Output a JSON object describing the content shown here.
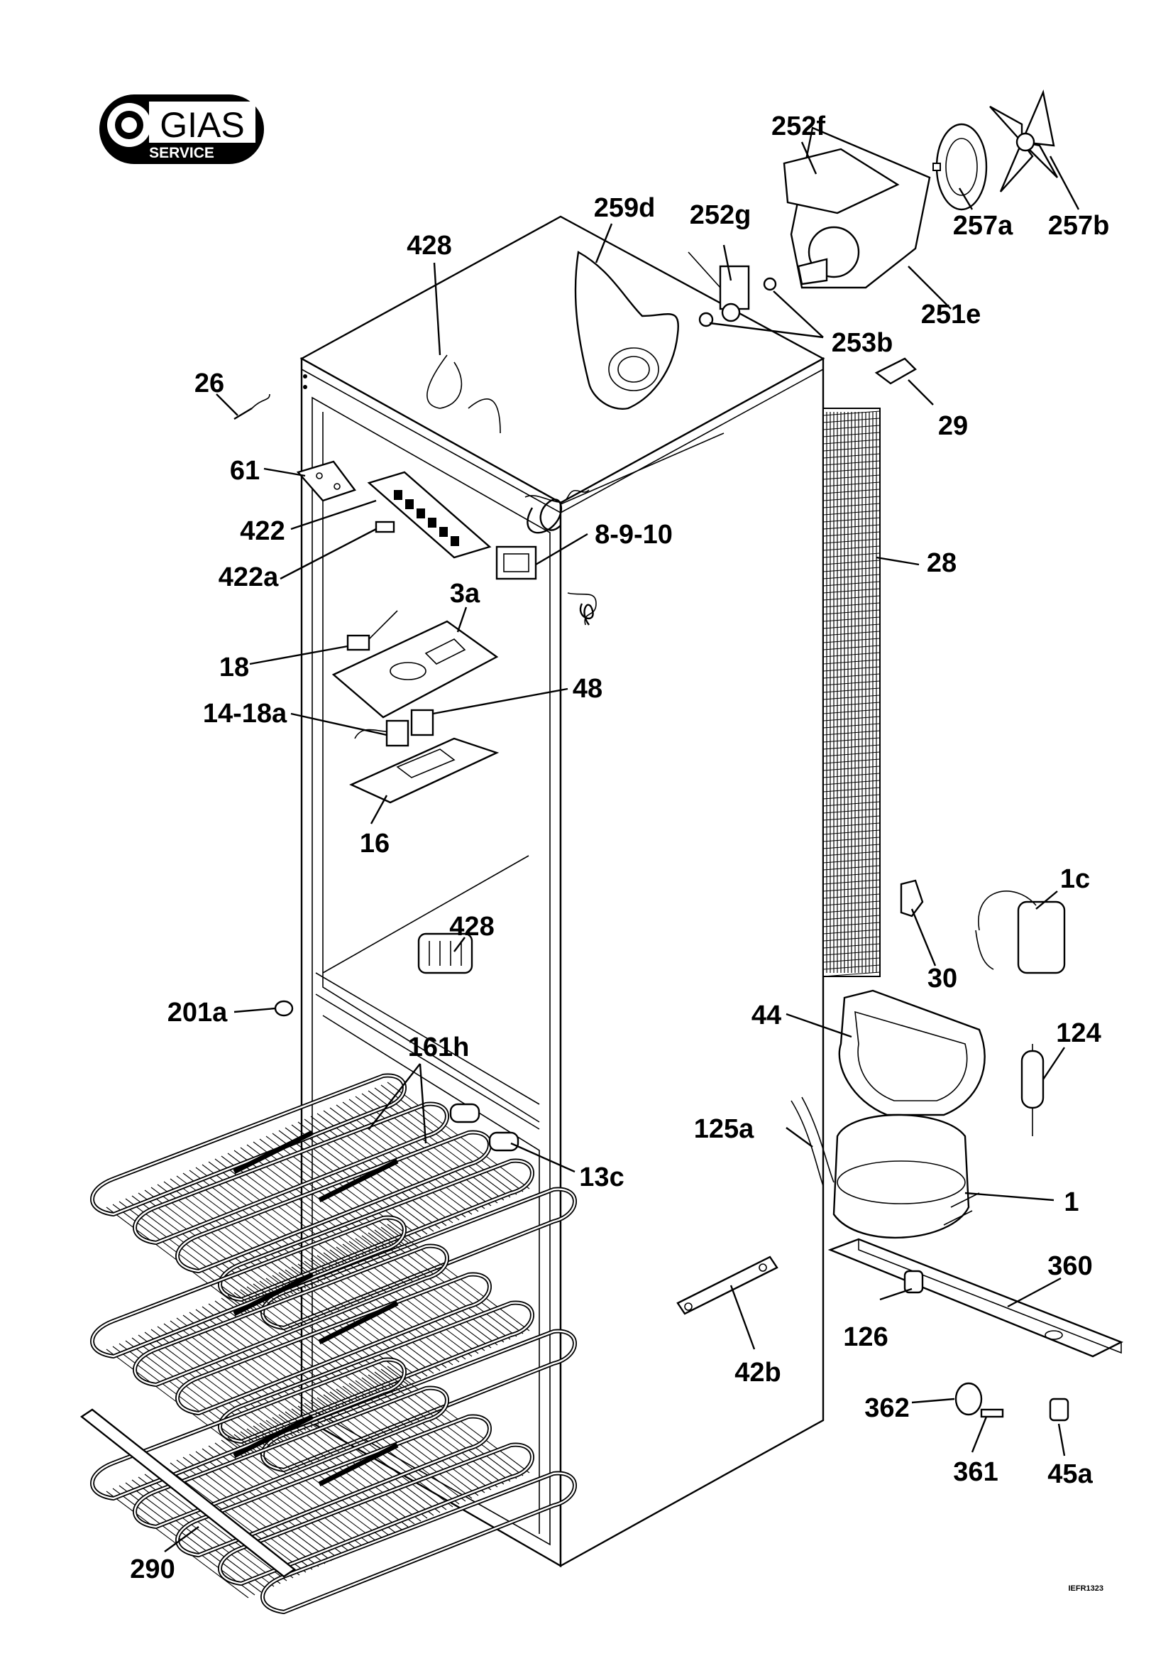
{
  "logo": {
    "brand": "GIAS",
    "tagline": "SERVICE"
  },
  "callouts": {
    "c252f": "252f",
    "c259d": "259d",
    "c252g": "252g",
    "c257a": "257a",
    "c257b": "257b",
    "c428_top": "428",
    "c251e": "251e",
    "c253b": "253b",
    "c26": "26",
    "c29": "29",
    "c61": "61",
    "c422": "422",
    "c8_9_10": "8-9-10",
    "c28": "28",
    "c422a": "422a",
    "c3a": "3a",
    "c18": "18",
    "c48": "48",
    "c14_18a": "14-18a",
    "c16": "16",
    "c1c": "1c",
    "c428_mid": "428",
    "c30": "30",
    "c44": "44",
    "c124": "124",
    "c201a": "201a",
    "c161h": "161h",
    "c125a": "125a",
    "c13c": "13c",
    "c1": "1",
    "c360": "360",
    "c126": "126",
    "c42b": "42b",
    "c362": "362",
    "c361": "361",
    "c45a": "45a",
    "c290": "290"
  },
  "drawing_code": "IEFR1323"
}
